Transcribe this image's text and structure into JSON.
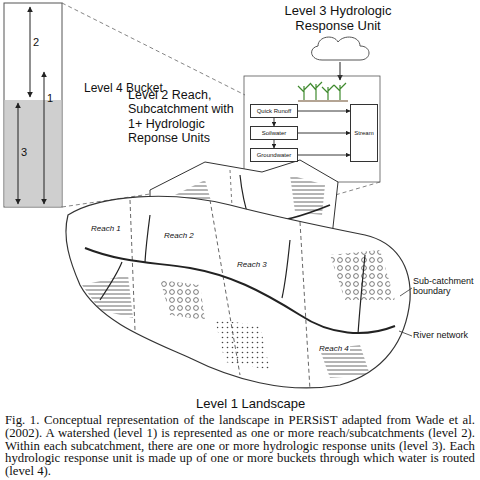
{
  "diagram": {
    "caption": "Fig. 1. Conceptual representation of the landscape in PERSiST adapted from Wade et al. (2002). A watershed (level 1) is represented as one or more reach/subcatchments (level 2). Within each subcatchment, there are one or more hydrologic response units (level 3). Each hydrologic response unit is made up of one or more buckets through which water is routed (level 4).",
    "nodes": [
      {
        "text": [
          "Quick Runoff"
        ]
      },
      {
        "text": [
          "Soilwater"
        ]
      },
      {
        "text": [
          "Groundwater"
        ]
      },
      {
        "text": [
          "Stream"
        ]
      }
    ],
    "edges": [
      {
        "from": 0,
        "to": 1,
        "arrow": "to"
      },
      {
        "from": 1,
        "to": 2,
        "arrow": "to"
      },
      {
        "from": 0,
        "to": 3,
        "arrow": "to"
      },
      {
        "from": 1,
        "to": 3,
        "arrow": "to"
      },
      {
        "from": 2,
        "to": 3,
        "arrow": "to"
      }
    ],
    "labels": [
      "2",
      "1",
      "3",
      "Level 4 Bucket",
      "Level 3 Hydrologic Response Unit",
      "Level 2 Reach, Subcatchment with 1+ Hydrologic Reponse Units",
      "Reach 1",
      "Reach 2",
      "Reach 3",
      "Reach 4",
      "Sub-catchment boundary",
      "River network",
      "Level 1 Landscape"
    ]
  }
}
